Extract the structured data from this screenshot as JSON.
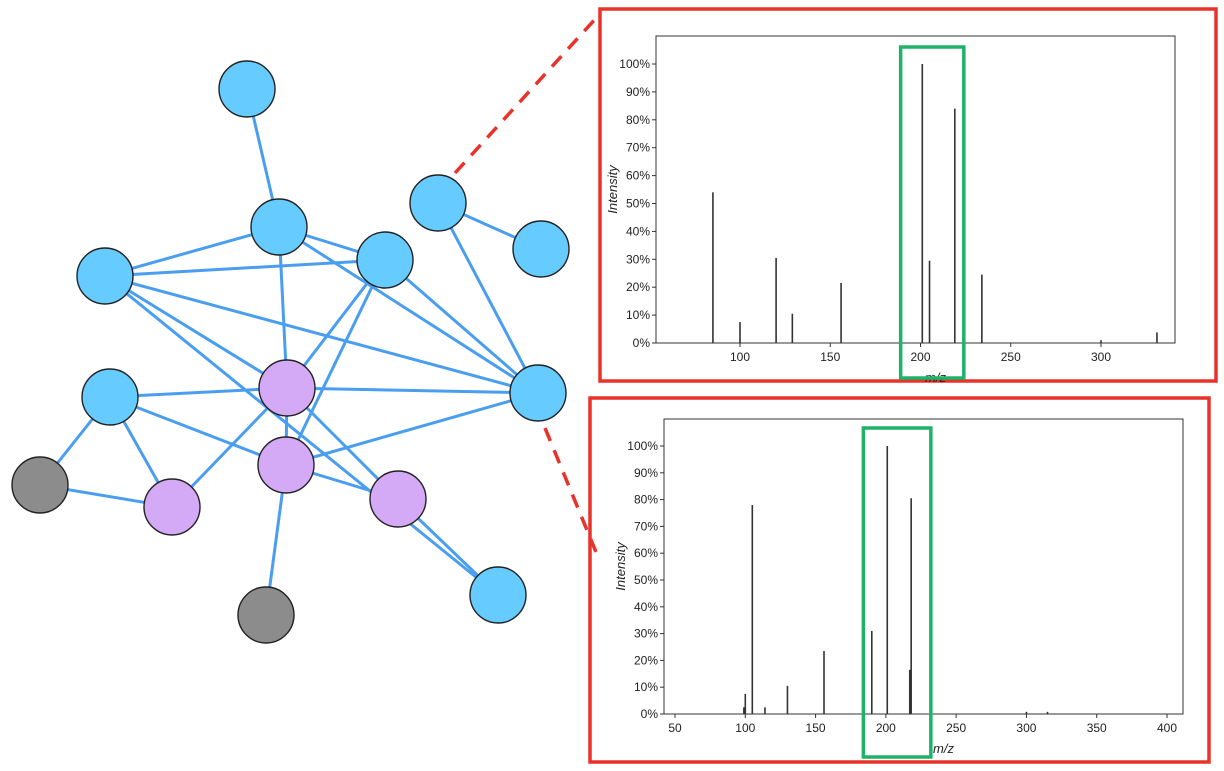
{
  "colors": {
    "node_blue": "#66ccff",
    "node_purple": "#d4aaf7",
    "node_gray": "#8c8c8c",
    "edge": "#4a9ef0",
    "node_stroke": "#222222",
    "callout_red": "#e8322a",
    "highlight_green": "#1fb36a",
    "peak": "#333333"
  },
  "network": {
    "nodes": [
      {
        "id": "n1",
        "type": "blue"
      },
      {
        "id": "n2",
        "type": "blue"
      },
      {
        "id": "n3",
        "type": "blue"
      },
      {
        "id": "n4",
        "type": "blue"
      },
      {
        "id": "n5",
        "type": "blue"
      },
      {
        "id": "n6",
        "type": "blue"
      },
      {
        "id": "n7",
        "type": "blue"
      },
      {
        "id": "n8",
        "type": "blue"
      },
      {
        "id": "n9",
        "type": "blue"
      },
      {
        "id": "n10",
        "type": "purple"
      },
      {
        "id": "n11",
        "type": "purple"
      },
      {
        "id": "n12",
        "type": "purple"
      },
      {
        "id": "n13",
        "type": "purple"
      },
      {
        "id": "n14",
        "type": "gray"
      },
      {
        "id": "n15",
        "type": "gray"
      }
    ],
    "edges": [
      [
        "n1",
        "n2"
      ],
      [
        "n2",
        "n5"
      ],
      [
        "n2",
        "n4"
      ],
      [
        "n2",
        "n10"
      ],
      [
        "n2",
        "n9"
      ],
      [
        "n5",
        "n4"
      ],
      [
        "n5",
        "n10"
      ],
      [
        "n5",
        "n9"
      ],
      [
        "n5",
        "n11"
      ],
      [
        "n4",
        "n9"
      ],
      [
        "n4",
        "n10"
      ],
      [
        "n4",
        "n7"
      ],
      [
        "n3",
        "n9"
      ],
      [
        "n3",
        "n6"
      ],
      [
        "n10",
        "n9"
      ],
      [
        "n10",
        "n8"
      ],
      [
        "n10",
        "n12"
      ],
      [
        "n10",
        "n11"
      ],
      [
        "n10",
        "n13"
      ],
      [
        "n8",
        "n11"
      ],
      [
        "n8",
        "n12"
      ],
      [
        "n8",
        "n14"
      ],
      [
        "n14",
        "n12"
      ],
      [
        "n11",
        "n9"
      ],
      [
        "n11",
        "n13"
      ],
      [
        "n11",
        "n15"
      ],
      [
        "n13",
        "n7"
      ]
    ]
  },
  "chart_data": [
    {
      "type": "bar",
      "xlabel": "m/z",
      "ylabel": "Intensity",
      "xlim": [
        63,
        340
      ],
      "ylim": [
        0,
        108
      ],
      "xticks": [
        100,
        150,
        200,
        250,
        300
      ],
      "xtick_labels": [
        "100",
        "150",
        "200",
        "250",
        "300"
      ],
      "yticks": [
        0,
        10,
        20,
        30,
        40,
        50,
        60,
        70,
        80,
        90,
        100
      ],
      "ytick_labels": [
        "0%",
        "10%",
        "20%",
        "30%",
        "40%",
        "50%",
        "60%",
        "70%",
        "80%",
        "90%",
        "100%"
      ],
      "x": [
        85,
        100,
        120,
        129,
        156,
        201,
        205,
        219,
        234,
        300,
        331
      ],
      "values": [
        54,
        7.5,
        30.5,
        10.5,
        21.5,
        100,
        29.5,
        84,
        24.5,
        1,
        3.8
      ],
      "highlight_range": [
        189,
        224
      ]
    },
    {
      "type": "bar",
      "xlabel": "m/z",
      "ylabel": "Intensity",
      "xlim": [
        42,
        409
      ],
      "ylim": [
        0,
        108
      ],
      "xticks": [
        50,
        100,
        150,
        200,
        250,
        300,
        350,
        400
      ],
      "xtick_labels": [
        "50",
        "100",
        "150",
        "200",
        "250",
        "300",
        "350",
        "400"
      ],
      "yticks": [
        0,
        10,
        20,
        30,
        40,
        50,
        60,
        70,
        80,
        90,
        100
      ],
      "ytick_labels": [
        "0%",
        "10%",
        "20%",
        "30%",
        "40%",
        "50%",
        "60%",
        "70%",
        "80%",
        "90%",
        "100%"
      ],
      "x": [
        99,
        100,
        105,
        114,
        130,
        156,
        190,
        201,
        217,
        218,
        300,
        315
      ],
      "values": [
        2.5,
        7.5,
        78,
        2.5,
        10.5,
        23.5,
        31,
        100,
        16.5,
        80.5,
        0.8,
        0.8
      ],
      "highlight_range": [
        184,
        232
      ]
    }
  ]
}
